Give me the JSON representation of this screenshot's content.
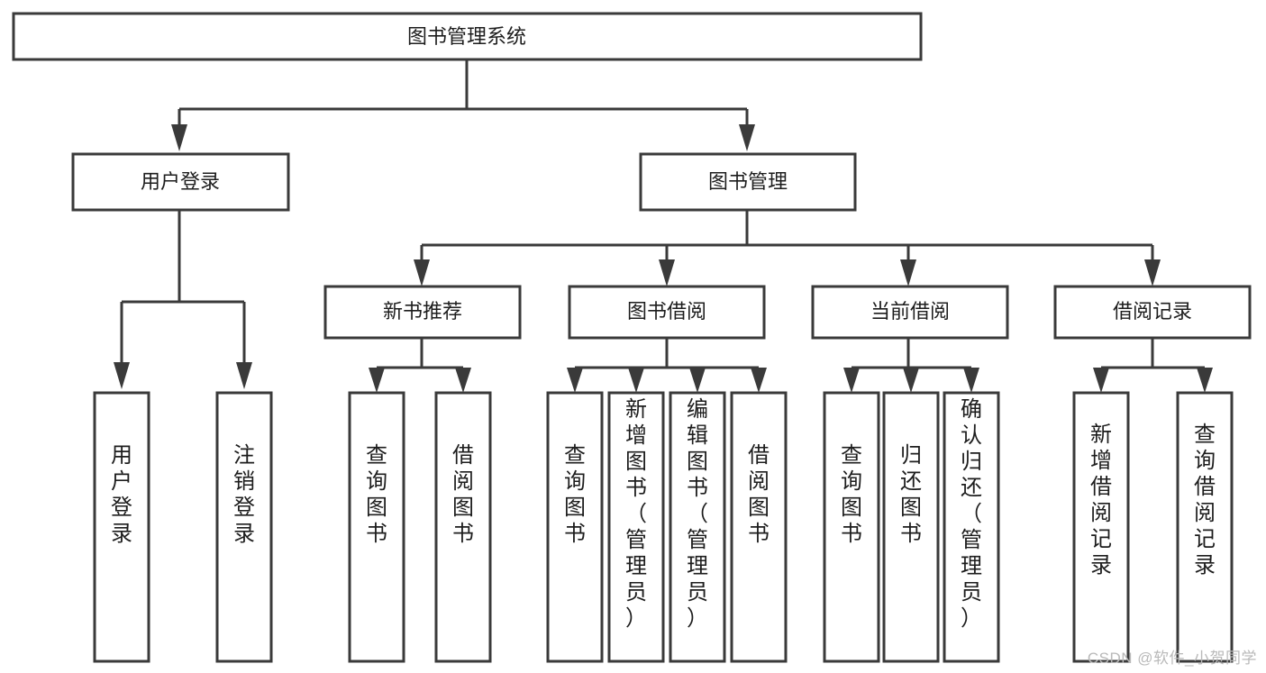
{
  "diagram": {
    "title": "图书管理系统",
    "type": "tree",
    "watermark": "CSDN @软件_小贺同学",
    "root": {
      "id": "root",
      "label": "图书管理系统",
      "orientation": "horizontal"
    },
    "level2": [
      {
        "id": "user-login",
        "label": "用户登录",
        "orientation": "horizontal"
      },
      {
        "id": "book-management",
        "label": "图书管理",
        "orientation": "horizontal"
      }
    ],
    "level3": [
      {
        "id": "new-book-recommend",
        "label": "新书推荐",
        "orientation": "horizontal",
        "parent": "book-management"
      },
      {
        "id": "book-borrow",
        "label": "图书借阅",
        "orientation": "horizontal",
        "parent": "book-management"
      },
      {
        "id": "current-borrow",
        "label": "当前借阅",
        "orientation": "horizontal",
        "parent": "book-management"
      },
      {
        "id": "borrow-record",
        "label": "借阅记录",
        "orientation": "horizontal",
        "parent": "book-management"
      }
    ],
    "leaves": [
      {
        "id": "leaf-user-login",
        "label": "用户登录",
        "orientation": "vertical",
        "parent": "user-login"
      },
      {
        "id": "leaf-user-logout",
        "label": "注销登录",
        "orientation": "vertical",
        "parent": "user-login"
      },
      {
        "id": "leaf-query-book-1",
        "label": "查询图书",
        "orientation": "vertical",
        "parent": "new-book-recommend"
      },
      {
        "id": "leaf-borrow-book-1",
        "label": "借阅图书",
        "orientation": "vertical",
        "parent": "new-book-recommend"
      },
      {
        "id": "leaf-query-book-2",
        "label": "查询图书",
        "orientation": "vertical",
        "parent": "book-borrow"
      },
      {
        "id": "leaf-add-book",
        "label": "新增图书（管理员）",
        "orientation": "vertical",
        "parent": "book-borrow"
      },
      {
        "id": "leaf-edit-book",
        "label": "编辑图书（管理员）",
        "orientation": "vertical",
        "parent": "book-borrow"
      },
      {
        "id": "leaf-borrow-book-2",
        "label": "借阅图书",
        "orientation": "vertical",
        "parent": "book-borrow"
      },
      {
        "id": "leaf-query-book-3",
        "label": "查询图书",
        "orientation": "vertical",
        "parent": "current-borrow"
      },
      {
        "id": "leaf-return-book",
        "label": "归还图书",
        "orientation": "vertical",
        "parent": "current-borrow"
      },
      {
        "id": "leaf-confirm-return",
        "label": "确认归还（管理员）",
        "orientation": "vertical",
        "parent": "current-borrow"
      },
      {
        "id": "leaf-add-record",
        "label": "新增借阅记录",
        "orientation": "vertical",
        "parent": "borrow-record"
      },
      {
        "id": "leaf-query-record",
        "label": "查询借阅记录",
        "orientation": "vertical",
        "parent": "borrow-record"
      }
    ],
    "colors": {
      "box_stroke": "#3a3a3a",
      "box_fill": "#ffffff",
      "text": "#1d1d1d",
      "connector": "#3a3a3a",
      "watermark": "#b9b9b9",
      "background": "#ffffff"
    }
  }
}
